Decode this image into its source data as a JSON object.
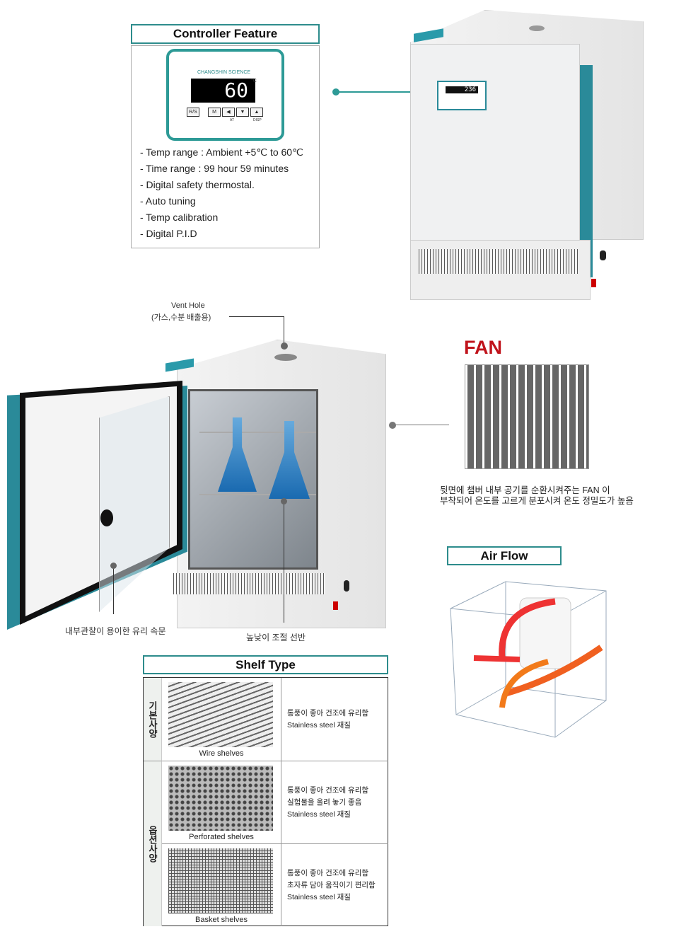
{
  "controller": {
    "title": "Controller Feature",
    "brand": "CHANGSHIN SCIENCE",
    "display_value": "60",
    "unit": "°C",
    "keys": [
      "R/S",
      "M",
      "◀",
      "▼",
      "▲"
    ],
    "key_labels": [
      "AT",
      "DISP"
    ],
    "features": [
      "- Temp range : Ambient +5℃ to 60℃",
      "- Time range : 99 hour 59 minutes",
      "- Digital safety thermostal.",
      "- Auto tuning",
      "- Temp calibration",
      "- Digital P.I.D"
    ]
  },
  "product": {
    "mini_display": "236"
  },
  "callouts": {
    "vent_hole": "Vent Hole",
    "vent_hole_ko": "(가스,수분 배출용)",
    "glass_door": "내부관찰이 용이한 유리 속문",
    "shelf_adjust": "높낮이 조절 선반"
  },
  "fan": {
    "title": "FAN",
    "desc": [
      "뒷면에 챔버 내부 공기를 순환시켜주는 FAN 이",
      "부착되어 온도를 고르게 분포시켜 온도 정밀도가 높음"
    ]
  },
  "airflow": {
    "title": "Air Flow"
  },
  "shelf": {
    "title": "Shelf Type",
    "groups": [
      "기본사양",
      "옵션사양"
    ],
    "rows": [
      {
        "name": "Wire shelves",
        "desc": [
          "통풍이 좋아 건조에 유리함",
          "Stainless steel 재질"
        ]
      },
      {
        "name": "Perforated shelves",
        "desc": [
          "통풍이 좋아 건조에 유리함",
          "실험물을 올려 놓기 좋음",
          "Stainless steel 재질"
        ]
      },
      {
        "name": "Basket shelves",
        "desc": [
          "통풍이 좋아 건조에 유리함",
          "초자류 담아 움직이기 편리함",
          "Stainless steel 재질"
        ]
      }
    ]
  },
  "colors": {
    "teal": "#2d8c8c",
    "fan_red": "#c0131b"
  }
}
